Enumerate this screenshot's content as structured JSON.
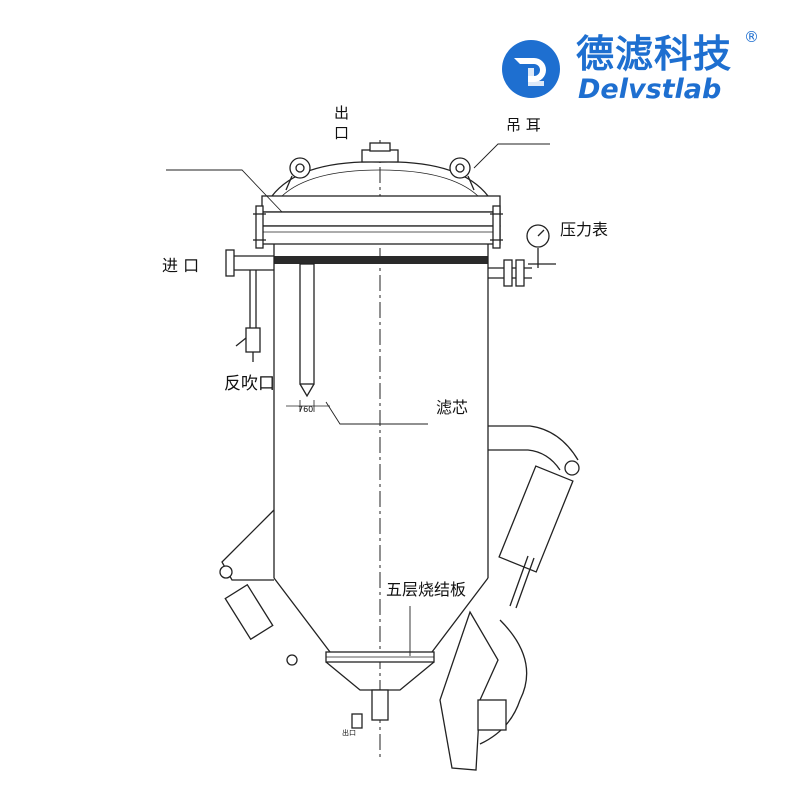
{
  "brand": {
    "name_cn": "德滤科技",
    "name_en": "Delvstlab",
    "registered_mark": "®",
    "accent_color": "#1e6fd0"
  },
  "labels": {
    "outlet_top": "出",
    "outlet_bottom": "口",
    "lifting_lug": "吊 耳",
    "pressure_gauge": "压力表",
    "inlet": "进 口",
    "backflush_port": "反吹口",
    "filter_element": "滤芯",
    "filter_dim": "760",
    "sintered_plate": "五层烧结板",
    "drain": "出口"
  }
}
